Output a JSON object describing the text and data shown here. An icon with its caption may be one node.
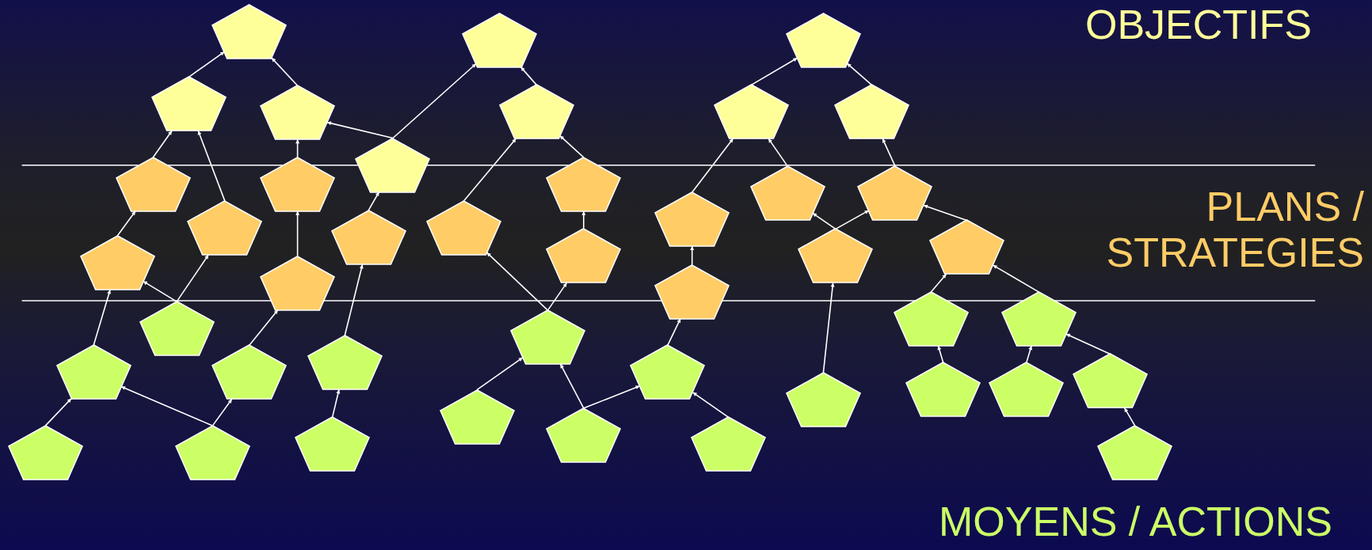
{
  "diagram": {
    "nodes": [
      {
        "text": [],
        "shape": "pentagon"
      },
      {
        "text": [],
        "shape": "pentagon"
      },
      {
        "text": [],
        "shape": "pentagon"
      },
      {
        "text": [],
        "shape": "pentagon"
      },
      {
        "text": [],
        "shape": "pentagon"
      },
      {
        "text": [],
        "shape": "pentagon"
      },
      {
        "text": [],
        "shape": "pentagon"
      },
      {
        "text": [],
        "shape": "pentagon"
      },
      {
        "text": [],
        "shape": "pentagon"
      },
      {
        "text": [],
        "shape": "pentagon"
      },
      {
        "text": [],
        "shape": "pentagon"
      },
      {
        "text": [],
        "shape": "pentagon"
      },
      {
        "text": [],
        "shape": "pentagon"
      },
      {
        "text": [],
        "shape": "pentagon"
      },
      {
        "text": [],
        "shape": "pentagon"
      },
      {
        "text": [],
        "shape": "pentagon"
      },
      {
        "text": [],
        "shape": "pentagon"
      },
      {
        "text": [],
        "shape": "pentagon"
      },
      {
        "text": [],
        "shape": "pentagon"
      },
      {
        "text": [],
        "shape": "pentagon"
      },
      {
        "text": [],
        "shape": "pentagon"
      },
      {
        "text": [],
        "shape": "pentagon"
      },
      {
        "text": [],
        "shape": "pentagon"
      },
      {
        "text": [],
        "shape": "pentagon"
      },
      {
        "text": [],
        "shape": "pentagon"
      },
      {
        "text": [],
        "shape": "pentagon"
      },
      {
        "text": [],
        "shape": "pentagon"
      },
      {
        "text": [],
        "shape": "pentagon"
      },
      {
        "text": [],
        "shape": "pentagon"
      },
      {
        "text": [],
        "shape": "pentagon"
      },
      {
        "text": [],
        "shape": "pentagon"
      },
      {
        "text": [],
        "shape": "pentagon"
      },
      {
        "text": [],
        "shape": "pentagon"
      },
      {
        "text": [],
        "shape": "pentagon"
      },
      {
        "text": [],
        "shape": "pentagon"
      },
      {
        "text": [],
        "shape": "pentagon"
      },
      {
        "text": [],
        "shape": "pentagon"
      },
      {
        "text": [],
        "shape": "pentagon"
      },
      {
        "text": [],
        "shape": "pentagon"
      },
      {
        "text": [],
        "shape": "pentagon"
      },
      {
        "text": [],
        "shape": "pentagon"
      },
      {
        "text": [],
        "shape": "pentagon"
      },
      {
        "text": [],
        "shape": "pentagon"
      }
    ],
    "edges": [
      {
        "from": 1,
        "to": 0,
        "arrow": "to"
      },
      {
        "from": 2,
        "to": 0,
        "arrow": "to"
      },
      {
        "from": 9,
        "to": 1,
        "arrow": "to"
      },
      {
        "from": 10,
        "to": 1,
        "arrow": "to"
      },
      {
        "from": 11,
        "to": 2,
        "arrow": "to"
      },
      {
        "from": 3,
        "to": 2,
        "arrow": "to"
      },
      {
        "from": 3,
        "to": 4,
        "arrow": "to"
      },
      {
        "from": 5,
        "to": 4,
        "arrow": "to"
      },
      {
        "from": 15,
        "to": 5,
        "arrow": "to"
      },
      {
        "from": 16,
        "to": 5,
        "arrow": "to"
      },
      {
        "from": 17,
        "to": 16,
        "arrow": "to"
      },
      {
        "from": 12,
        "to": 9,
        "arrow": "to"
      },
      {
        "from": 24,
        "to": 12,
        "arrow": "to"
      },
      {
        "from": 24,
        "to": 10,
        "arrow": "to"
      },
      {
        "from": 13,
        "to": 11,
        "arrow": "to"
      },
      {
        "from": 14,
        "to": 3,
        "arrow": "to"
      },
      {
        "from": 25,
        "to": 12,
        "arrow": "to"
      },
      {
        "from": 26,
        "to": 13,
        "arrow": "to"
      },
      {
        "from": 27,
        "to": 14,
        "arrow": "to"
      },
      {
        "from": 28,
        "to": 25,
        "arrow": "to"
      },
      {
        "from": 29,
        "to": 25,
        "arrow": "to"
      },
      {
        "from": 29,
        "to": 26,
        "arrow": "to"
      },
      {
        "from": 30,
        "to": 27,
        "arrow": "to"
      },
      {
        "from": 31,
        "to": 15,
        "arrow": "to"
      },
      {
        "from": 31,
        "to": 17,
        "arrow": "to"
      },
      {
        "from": 32,
        "to": 31,
        "arrow": "to"
      },
      {
        "from": 33,
        "to": 31,
        "arrow": "to"
      },
      {
        "from": 33,
        "to": 34,
        "arrow": "to"
      },
      {
        "from": 34,
        "to": 19,
        "arrow": "to"
      },
      {
        "from": 19,
        "to": 18,
        "arrow": "to"
      },
      {
        "from": 18,
        "to": 7,
        "arrow": "to"
      },
      {
        "from": 35,
        "to": 34,
        "arrow": "to"
      },
      {
        "from": 7,
        "to": 6,
        "arrow": "to"
      },
      {
        "from": 8,
        "to": 6,
        "arrow": "to"
      },
      {
        "from": 20,
        "to": 7,
        "arrow": "to"
      },
      {
        "from": 21,
        "to": 8,
        "arrow": "to"
      },
      {
        "from": 22,
        "to": 20,
        "arrow": "to"
      },
      {
        "from": 22,
        "to": 21,
        "arrow": "to"
      },
      {
        "from": 36,
        "to": 22,
        "arrow": "to"
      },
      {
        "from": 23,
        "to": 21,
        "arrow": "to"
      },
      {
        "from": 37,
        "to": 23,
        "arrow": "to"
      },
      {
        "from": 38,
        "to": 23,
        "arrow": "to"
      },
      {
        "from": 39,
        "to": 37,
        "arrow": "to"
      },
      {
        "from": 40,
        "to": 38,
        "arrow": "to"
      },
      {
        "from": 41,
        "to": 38,
        "arrow": "to"
      },
      {
        "from": 42,
        "to": 41,
        "arrow": "to"
      }
    ],
    "labels": [
      "OBJECTIFS",
      "PLANS / STRATEGIES",
      "MOYENS / ACTIONS"
    ]
  }
}
